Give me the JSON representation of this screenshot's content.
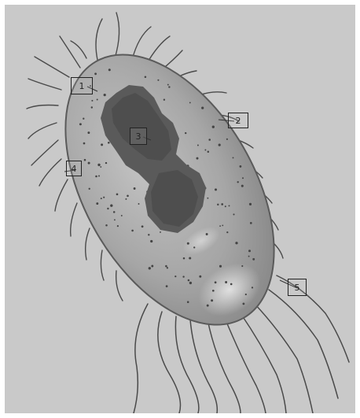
{
  "diagram": {
    "subject": "bacterium",
    "labels": [
      "1",
      "2",
      "3",
      "4",
      "5"
    ],
    "colors": {
      "background": "#c9c9c9",
      "cell_body": "#9e9e9e",
      "nucleoid": "#555555",
      "flagella": "#4a4a4a",
      "dots": "#444444"
    }
  }
}
